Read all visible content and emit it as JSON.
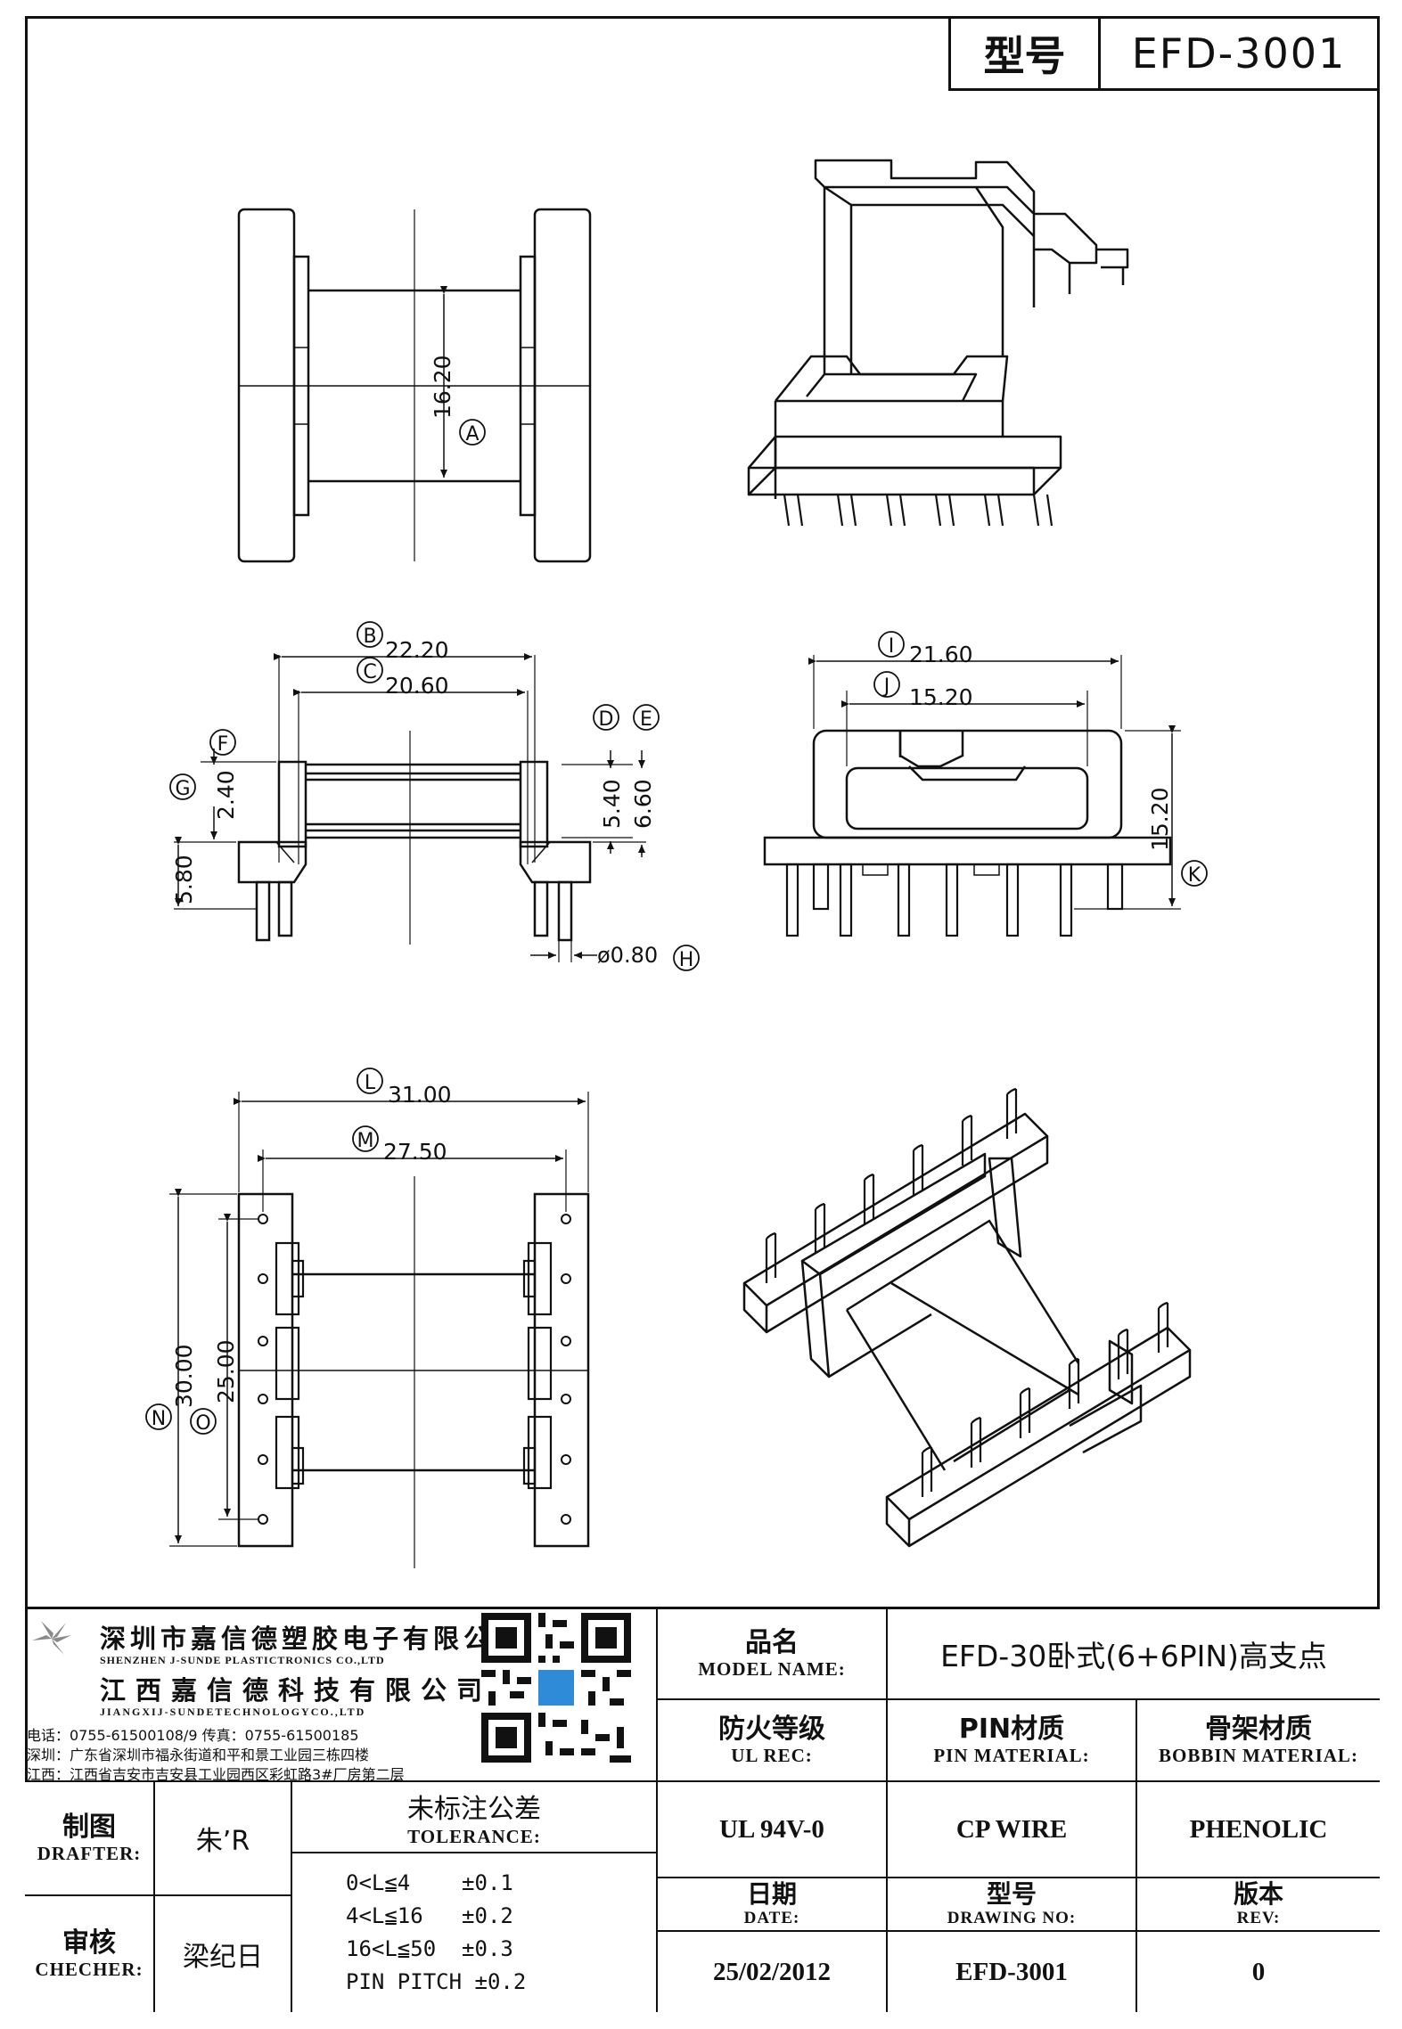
{
  "title_block": {
    "type_label": "型号",
    "type_value": "EFD-3001"
  },
  "dimensions": {
    "A": {
      "value": "16.20",
      "mark": "A"
    },
    "B": {
      "value": "22.20",
      "mark": "B"
    },
    "C": {
      "value": "20.60",
      "mark": "C"
    },
    "D": {
      "value": "5.40",
      "mark": "D"
    },
    "E": {
      "value": "6.60",
      "mark": "E"
    },
    "F": {
      "value": "2.40",
      "mark": "F"
    },
    "G": {
      "value": "5.80",
      "mark": "G"
    },
    "H": {
      "value": "ø0.80",
      "mark": "H"
    },
    "I": {
      "value": "21.60",
      "mark": "I"
    },
    "J": {
      "value": "15.20",
      "mark": "J"
    },
    "K": {
      "value": "15.20",
      "mark": "K"
    },
    "L": {
      "value": "31.00",
      "mark": "L"
    },
    "M": {
      "value": "27.50",
      "mark": "M"
    },
    "N": {
      "value": "30.00",
      "mark": "N"
    },
    "O": {
      "value": "25.00",
      "mark": "O"
    }
  },
  "company": {
    "name_cn": "深圳市嘉信德塑胶电子有限公司",
    "name_en": "SHENZHEN J-SUNDE PLASTICTRONICS CO.,LTD",
    "name2_cn": "江西嘉信德科技有限公司",
    "name2_en": "JIANGXIJ-SUNDETECHNOLOGYCO.,LTD",
    "phone_line": "电话：0755-61500108/9      传真：0755-61500185",
    "shenzhen_line": "深圳：广东省深圳市福永街道和平和景工业园三栋四楼",
    "jiangxi_line": "江西：江西省吉安市吉安县工业园西区彩虹路3#厂房第二层"
  },
  "fields": {
    "model_name_cn": "品名",
    "model_name_en": "MODEL NAME:",
    "model_name_value": "EFD-30卧式(6+6PIN)高支点",
    "ul_cn": "防火等级",
    "ul_en": "UL REC:",
    "pin_cn": "PIN材质",
    "pin_en": "PIN MATERIAL:",
    "bobbin_cn": "骨架材质",
    "bobbin_en": "BOBBIN MATERIAL:",
    "ul_value": "UL 94V-0",
    "pin_value": "CP WIRE",
    "bobbin_value": "PHENOLIC",
    "drafter_cn": "制图",
    "drafter_en": "DRAFTER:",
    "drafter_value": "朱’R",
    "checker_cn": "审核",
    "checker_en": "CHECHER:",
    "checker_value": "梁纪日",
    "tolerance_cn": "未标注公差",
    "tolerance_en": "TOLERANCE:",
    "tolerance_lines": [
      "0<L≦4    ±0.1",
      "4<L≦16   ±0.2",
      "16<L≦50  ±0.3",
      "PIN PITCH ±0.2"
    ],
    "date_cn": "日期",
    "date_en": "DATE:",
    "date_value": "25/02/2012",
    "drawing_cn": "型号",
    "drawing_en": "DRAWING NO:",
    "drawing_value": "EFD-3001",
    "rev_cn": "版本",
    "rev_en": "REV:",
    "rev_value": "0"
  }
}
